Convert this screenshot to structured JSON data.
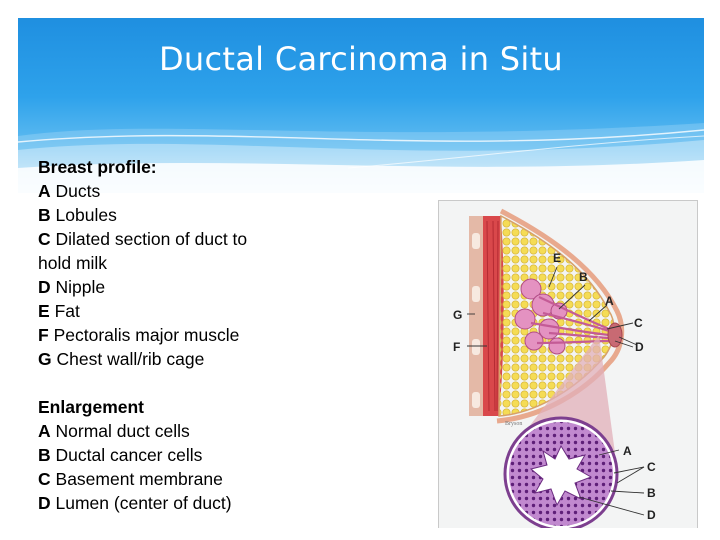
{
  "title": "Ductal Carcinoma in Situ",
  "profile": {
    "heading": "Breast profile:",
    "items": [
      {
        "key": "A",
        "text": "Ducts"
      },
      {
        "key": "B",
        "text": "Lobules"
      },
      {
        "key": "C",
        "text": "Dilated section of duct to"
      },
      {
        "key": "",
        "text": "hold milk"
      },
      {
        "key": "D",
        "text": "Nipple"
      },
      {
        "key": "E",
        "text": "Fat"
      },
      {
        "key": "F",
        "text": "Pectoralis major muscle"
      },
      {
        "key": "G",
        "text": "Chest wall/rib cage"
      }
    ]
  },
  "enlargement": {
    "heading": "Enlargement",
    "items": [
      {
        "key": "A",
        "text": "Normal duct cells"
      },
      {
        "key": "B",
        "text": "Ductal cancer cells"
      },
      {
        "key": "C",
        "text": "Basement membrane"
      },
      {
        "key": "D",
        "text": "Lumen (center of duct)"
      }
    ]
  },
  "figure": {
    "labels": {
      "E": "E",
      "B": "B",
      "A": "A",
      "G": "G",
      "C": "C",
      "F": "F",
      "D": "D",
      "enl_A": "A",
      "enl_C": "C",
      "enl_B": "B",
      "enl_D": "D"
    },
    "signature": "Bryson"
  },
  "colors": {
    "header_top": "#1f8fe0",
    "header_bottom": "#bfe4f8",
    "fat": "#f2d64b",
    "muscle": "#d9484b",
    "lobule": "#d76fa8",
    "cell_stain": "#8a3f9e"
  }
}
